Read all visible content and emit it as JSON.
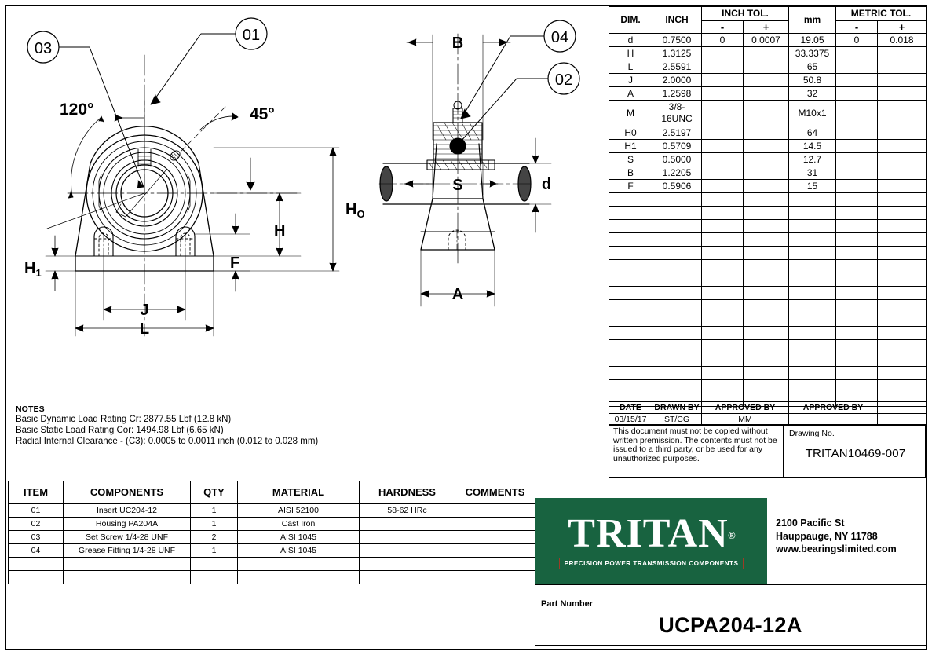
{
  "dimension_table": {
    "headers": {
      "dim": "DIM.",
      "inch": "INCH",
      "inch_tol": "INCH TOL.",
      "mm": "mm",
      "metric_tol": "METRIC TOL.",
      "minus": "-",
      "plus": "+"
    },
    "rows": [
      {
        "dim": "d",
        "inch": "0.7500",
        "inch_tol_minus": "0",
        "inch_tol_plus": "0.0007",
        "mm": "19.05",
        "metric_tol_minus": "0",
        "metric_tol_plus": "0.018"
      },
      {
        "dim": "H",
        "inch": "1.3125",
        "inch_tol_minus": "",
        "inch_tol_plus": "",
        "mm": "33.3375",
        "metric_tol_minus": "",
        "metric_tol_plus": ""
      },
      {
        "dim": "L",
        "inch": "2.5591",
        "inch_tol_minus": "",
        "inch_tol_plus": "",
        "mm": "65",
        "metric_tol_minus": "",
        "metric_tol_plus": ""
      },
      {
        "dim": "J",
        "inch": "2.0000",
        "inch_tol_minus": "",
        "inch_tol_plus": "",
        "mm": "50.8",
        "metric_tol_minus": "",
        "metric_tol_plus": ""
      },
      {
        "dim": "A",
        "inch": "1.2598",
        "inch_tol_minus": "",
        "inch_tol_plus": "",
        "mm": "32",
        "metric_tol_minus": "",
        "metric_tol_plus": ""
      },
      {
        "dim": "M",
        "inch": "3/8-16UNC",
        "inch_tol_minus": "",
        "inch_tol_plus": "",
        "mm": "M10x1",
        "metric_tol_minus": "",
        "metric_tol_plus": ""
      },
      {
        "dim": "H0",
        "inch": "2.5197",
        "inch_tol_minus": "",
        "inch_tol_plus": "",
        "mm": "64",
        "metric_tol_minus": "",
        "metric_tol_plus": ""
      },
      {
        "dim": "H1",
        "inch": "0.5709",
        "inch_tol_minus": "",
        "inch_tol_plus": "",
        "mm": "14.5",
        "metric_tol_minus": "",
        "metric_tol_plus": ""
      },
      {
        "dim": "S",
        "inch": "0.5000",
        "inch_tol_minus": "",
        "inch_tol_plus": "",
        "mm": "12.7",
        "metric_tol_minus": "",
        "metric_tol_plus": ""
      },
      {
        "dim": "B",
        "inch": "1.2205",
        "inch_tol_minus": "",
        "inch_tol_plus": "",
        "mm": "31",
        "metric_tol_minus": "",
        "metric_tol_plus": ""
      },
      {
        "dim": "F",
        "inch": "0.5906",
        "inch_tol_minus": "",
        "inch_tol_plus": "",
        "mm": "15",
        "metric_tol_minus": "",
        "metric_tol_plus": ""
      }
    ],
    "empty_row_count": 16
  },
  "approval_block": {
    "labels": {
      "date": "DATE",
      "drawn_by": "DRAWN BY",
      "approved_by_1": "APPROVED BY",
      "approved_by_2": "APPROVED BY"
    },
    "values": {
      "date": "03/15/17",
      "drawn_by": "ST/CG",
      "approved_by_1": "MM",
      "approved_by_2": ""
    }
  },
  "copyright_notice": "This document must not be copied without written premission. The contents must not be issued to a third party, or be used for any unauthorized purposes.",
  "drawing_number": {
    "label": "Drawing No.",
    "value": "TRITAN10469-007"
  },
  "notes": {
    "heading": "NOTES",
    "lines": [
      "Basic Dynamic Load Rating Cr: 2877.55 Lbf (12.8 kN)",
      "Basic Static Load Rating Cor: 1494.98 Lbf (6.65 kN)",
      "Radial Internal Clearance - (C3): 0.0005 to 0.0011 inch (0.012 to 0.028 mm)"
    ]
  },
  "bom": {
    "headers": [
      "ITEM",
      "COMPONENTS",
      "QTY",
      "MATERIAL",
      "HARDNESS",
      "COMMENTS"
    ],
    "rows": [
      {
        "item": "01",
        "component": "Insert UC204-12",
        "qty": "1",
        "material": "AISI 52100",
        "hardness": "58-62 HRc",
        "comments": ""
      },
      {
        "item": "02",
        "component": "Housing PA204A",
        "qty": "1",
        "material": "Cast Iron",
        "hardness": "",
        "comments": ""
      },
      {
        "item": "03",
        "component": "Set Screw 1/4-28 UNF",
        "qty": "2",
        "material": "AISI 1045",
        "hardness": "",
        "comments": ""
      },
      {
        "item": "04",
        "component": "Grease Fitting 1/4-28 UNF",
        "qty": "1",
        "material": "AISI 1045",
        "hardness": "",
        "comments": ""
      }
    ]
  },
  "company": {
    "logo_word": "TRITAN",
    "logo_registered": "®",
    "tagline": "PRECISION POWER TRANSMISSION COMPONENTS",
    "address_line1": "2100 Pacific St",
    "address_line2": "Hauppauge, NY 11788",
    "address_line3": "www.bearingslimited.com",
    "brand_green": "#186340",
    "tagline_border": "#9c3b26"
  },
  "part_number": {
    "label": "Part Number",
    "value": "UCPA204-12A"
  },
  "drawing_callouts": {
    "balloon_01": "01",
    "balloon_02": "02",
    "balloon_03": "03",
    "balloon_04": "04",
    "angle_120": "120°",
    "angle_45": "45°",
    "dim_H0": "H",
    "dim_H0_sub": "O",
    "dim_H": "H",
    "dim_H1": "H",
    "dim_H1_sub": "1",
    "dim_F": "F",
    "dim_J": "J",
    "dim_L": "L",
    "dim_A": "A",
    "dim_B": "B",
    "dim_S": "S",
    "dim_d": "d"
  }
}
